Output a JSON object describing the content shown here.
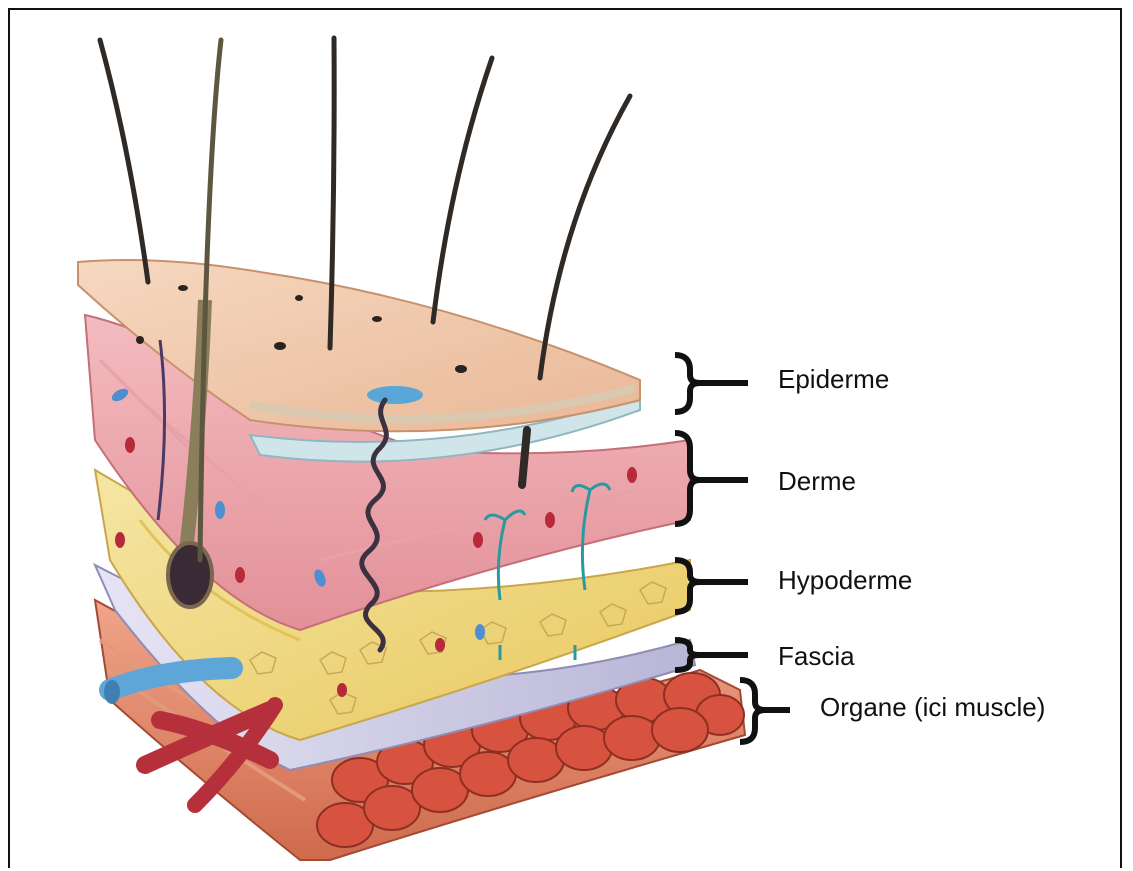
{
  "diagram": {
    "layers": [
      {
        "id": "epiderme",
        "label": "Epiderme"
      },
      {
        "id": "derme",
        "label": "Derme"
      },
      {
        "id": "hypoderme",
        "label": "Hypoderme"
      },
      {
        "id": "fascia",
        "label": "Fascia"
      },
      {
        "id": "organe",
        "label": "Organe (ici muscle)"
      }
    ]
  },
  "colors": {
    "epidermis": "#f0c8aa",
    "dermis": "#efaab0",
    "hypodermis": "#f1dd8c",
    "fascia": "#cfcde6",
    "muscle": "#d9553e",
    "vein": "#5fa6d8",
    "artery": "#b5303a",
    "nerve": "#2a9aa0",
    "hair": "#2f2a25",
    "bracket": "#111111"
  }
}
